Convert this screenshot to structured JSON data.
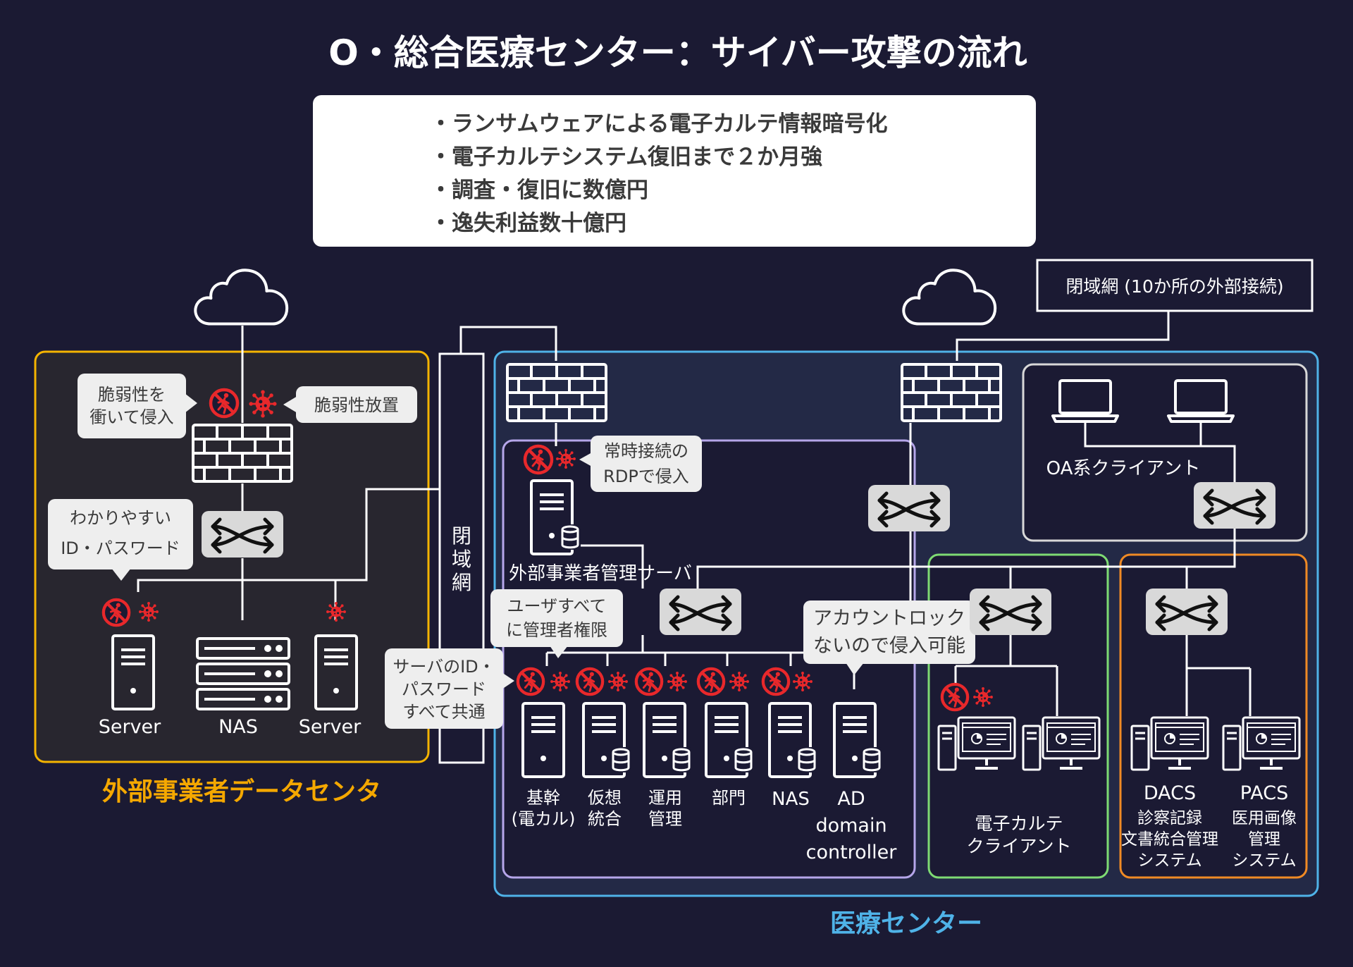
{
  "title": "O・総合医療センター：サイバー攻撃の流れ",
  "summary": [
    "・ランサムウェアによる電子カルテ情報暗号化",
    "・電子カルテシステム復旧まで２か月強",
    "・調査・復旧に数億円",
    "・逸失利益数十億円"
  ],
  "external_dc": {
    "label": "外部事業者データセンタ",
    "callouts": {
      "exploit": [
        "脆弱性を",
        "衝いて侵入"
      ],
      "neglected": "脆弱性放置",
      "easy_password": [
        "わかりやすい",
        "ID・パスワード"
      ]
    },
    "devices": {
      "server1": "Server",
      "nas": "NAS",
      "server2": "Server"
    }
  },
  "closed_network_vertical": [
    "閉",
    "域",
    "網"
  ],
  "closed_network_box": "閉域網 (10か所の外部接続)",
  "medical_center": {
    "label": "医療センター",
    "callouts": {
      "rdp": [
        "常時接続の",
        "RDPで侵入"
      ],
      "admin_rights": [
        "ユーザすべて",
        "に管理者権限"
      ],
      "shared_id": [
        "サーバのID・",
        "パスワード",
        "すべて共通"
      ],
      "no_lockout": [
        "アカウントロック",
        "ないので侵入可能"
      ]
    },
    "mgmt_server": "外部事業者管理サーバ",
    "oa_clients": "OA系クライアント",
    "servers": [
      [
        "基幹",
        "(電カル)"
      ],
      [
        "仮想",
        "統合"
      ],
      [
        "運用",
        "管理"
      ],
      [
        "部門"
      ],
      [
        "NAS"
      ],
      [
        "AD",
        "domain",
        "controller"
      ]
    ],
    "ehr_clients": [
      "電子カルテ",
      "クライアント"
    ],
    "dacs": [
      "DACS",
      "診察記録",
      "文書統合管理",
      "システム"
    ],
    "pacs": [
      "PACS",
      "医用画像",
      "管理",
      "システム"
    ]
  },
  "colors": {
    "background": "#1b1a33",
    "title": "#ffffff",
    "external_dc_border": "#f5b400",
    "external_dc_label": "#f5a800",
    "medical_border": "#4fb3e8",
    "medical_label": "#4fb3e8",
    "server_zone_border": "#b6a6ea",
    "ehr_zone_border": "#7edb73",
    "img_zone_border": "#f08a24",
    "attack_red": "#e8282b",
    "switch_fill": "#d9d9d9",
    "callout_fill": "#eeeeee"
  }
}
